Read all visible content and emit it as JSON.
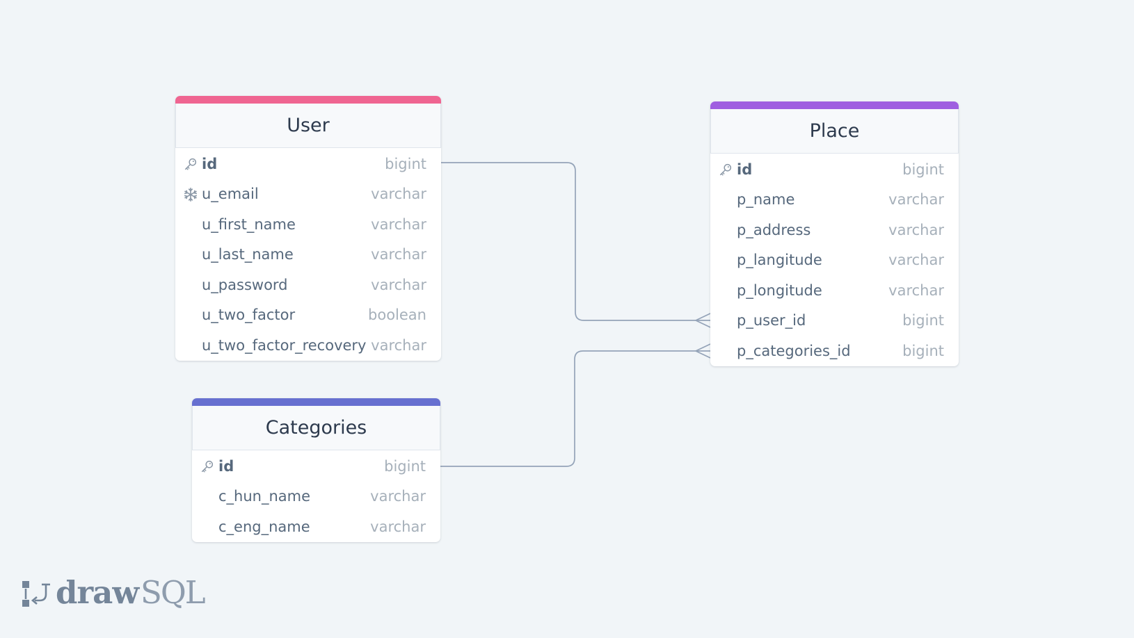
{
  "colors": {
    "background": "#f1f5f8",
    "line": "#94a3b8",
    "user_accent": "#ef6591",
    "place_accent": "#9f5fe0",
    "categories_accent": "#6770d0"
  },
  "brand": {
    "bold_text": "draw",
    "light_text": "SQL",
    "icon": "drawsql-logo-icon"
  },
  "tables": {
    "user": {
      "name": "User",
      "columns": [
        {
          "name": "id",
          "type": "bigint",
          "icon": "key-icon"
        },
        {
          "name": "u_email",
          "type": "varchar",
          "icon": "unique-icon"
        },
        {
          "name": "u_first_name",
          "type": "varchar"
        },
        {
          "name": "u_last_name",
          "type": "varchar"
        },
        {
          "name": "u_password",
          "type": "varchar"
        },
        {
          "name": "u_two_factor",
          "type": "boolean"
        },
        {
          "name": "u_two_factor_recovery",
          "type": "varchar"
        }
      ]
    },
    "place": {
      "name": "Place",
      "columns": [
        {
          "name": "id",
          "type": "bigint",
          "icon": "key-icon"
        },
        {
          "name": "p_name",
          "type": "varchar"
        },
        {
          "name": "p_address",
          "type": "varchar"
        },
        {
          "name": "p_langitude",
          "type": "varchar"
        },
        {
          "name": "p_longitude",
          "type": "varchar"
        },
        {
          "name": "p_user_id",
          "type": "bigint"
        },
        {
          "name": "p_categories_id",
          "type": "bigint"
        }
      ]
    },
    "categories": {
      "name": "Categories",
      "columns": [
        {
          "name": "id",
          "type": "bigint",
          "icon": "key-icon"
        },
        {
          "name": "c_hun_name",
          "type": "varchar"
        },
        {
          "name": "c_eng_name",
          "type": "varchar"
        }
      ]
    }
  },
  "relationships": [
    {
      "from": "user.id",
      "to": "place.p_user_id",
      "cardinality": "one-to-many"
    },
    {
      "from": "categories.id",
      "to": "place.p_categories_id",
      "cardinality": "one-to-many"
    }
  ]
}
